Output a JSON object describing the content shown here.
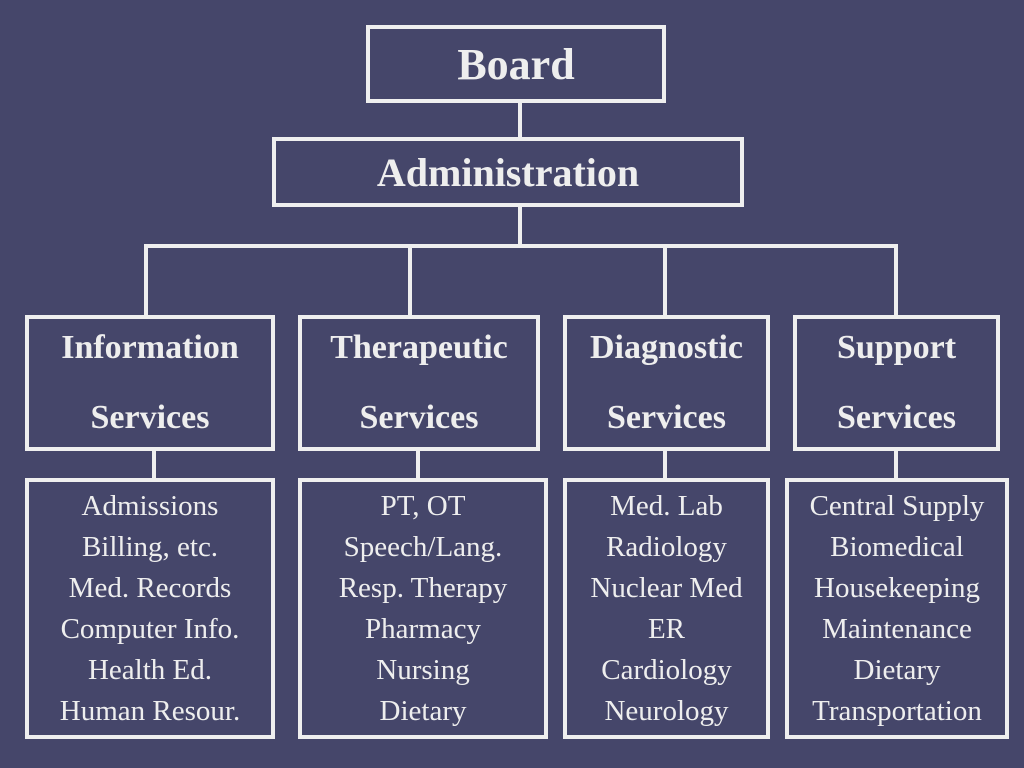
{
  "colors": {
    "background": "#45466a",
    "line": "#efefef",
    "text": "#eeeeee"
  },
  "board": "Board",
  "administration": "Administration",
  "departments": [
    {
      "title": [
        "Information",
        "Services"
      ],
      "units": [
        "Admissions",
        "Billing, etc.",
        "Med. Records",
        "Computer Info.",
        "Health Ed.",
        "Human Resour."
      ]
    },
    {
      "title": [
        "Therapeutic",
        "Services"
      ],
      "units": [
        "PT, OT",
        "Speech/Lang.",
        "Resp. Therapy",
        "Pharmacy",
        "Nursing",
        "Dietary"
      ]
    },
    {
      "title": [
        "Diagnostic",
        "Services"
      ],
      "units": [
        "Med. Lab",
        "Radiology",
        "Nuclear Med",
        "ER",
        "Cardiology",
        "Neurology"
      ]
    },
    {
      "title": [
        "Support",
        "Services"
      ],
      "units": [
        "Central Supply",
        "Biomedical",
        "Housekeeping",
        "Maintenance",
        "Dietary",
        "Transportation"
      ]
    }
  ]
}
